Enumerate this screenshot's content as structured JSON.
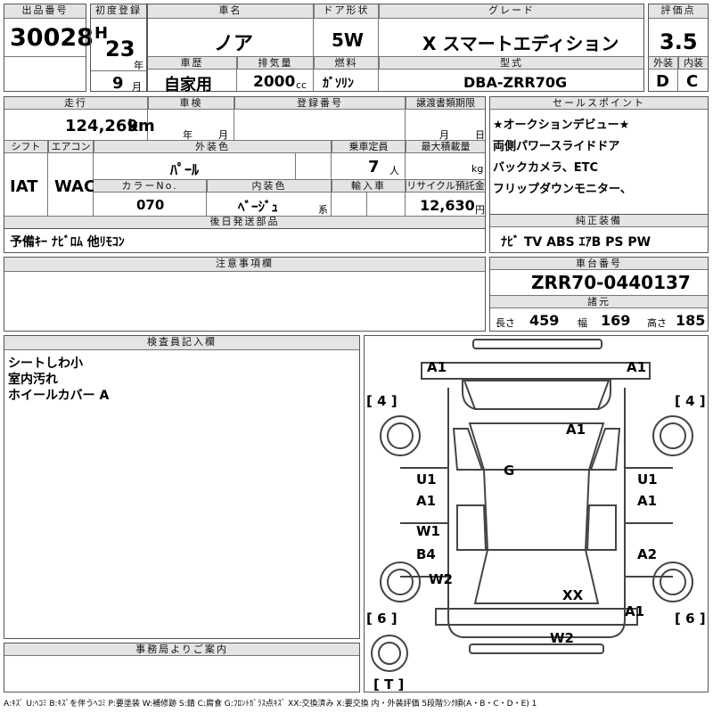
{
  "lot": {
    "label": "出品番号",
    "value": "30028"
  },
  "first_reg": {
    "label": "初度登録",
    "era": "H",
    "year": "23",
    "year_unit": "年",
    "month": "9",
    "month_unit": "月"
  },
  "car_name": {
    "label": "車名",
    "value": "ノア"
  },
  "door": {
    "label": "ドア形状",
    "value": "5W"
  },
  "grade": {
    "label": "グレード",
    "value": "X スマートエディション"
  },
  "score": {
    "label": "評価点",
    "value": "3.5",
    "ext_label": "外装",
    "ext": "D",
    "int_label": "内装",
    "int": "C"
  },
  "history": {
    "label": "車歴",
    "value": "自家用"
  },
  "displacement": {
    "label": "排気量",
    "value": "2000",
    "unit": "cc"
  },
  "fuel": {
    "label": "燃料",
    "value": "ｶﾞｿﾘﾝ"
  },
  "model_code": {
    "label": "型式",
    "value": "DBA-ZRR70G"
  },
  "mileage": {
    "label": "走行",
    "value": "124,269",
    "unit": "km"
  },
  "inspection": {
    "label": "車検",
    "year_unit": "年",
    "month_unit": "月"
  },
  "reg_no": {
    "label": "登録番号"
  },
  "transfer": {
    "label": "譲渡書類期限",
    "month_unit": "月",
    "day_unit": "日"
  },
  "sales_points": {
    "label": "セールスポイント",
    "lines": [
      "★オークションデビュー★",
      "両側パワースライドドア",
      "バックカメラ、ETC",
      "フリップダウンモニター、"
    ]
  },
  "shift": {
    "label": "シフト",
    "value": "IAT"
  },
  "aircon": {
    "label": "エアコン",
    "value": "WAC"
  },
  "ext_color": {
    "label": "外装色",
    "value": "ﾊﾟｰﾙ"
  },
  "capacity": {
    "label": "乗車定員",
    "value": "7",
    "unit": "人"
  },
  "max_load": {
    "label": "最大積載量",
    "unit": "kg"
  },
  "color_no": {
    "label": "カラーNo.",
    "value": "070"
  },
  "int_color": {
    "label": "内装色",
    "value": "ﾍﾞｰｼﾞｭ",
    "unit": "系"
  },
  "import": {
    "label": "輸入車"
  },
  "recycle": {
    "label": "リサイクル預託金",
    "value": "12,630",
    "unit": "円"
  },
  "later_parts": {
    "label": "後日発送部品",
    "value": "予備ｷｰ ﾅﾋﾞﾛﾑ 他ﾘﾓｺﾝ"
  },
  "equipment": {
    "label": "純正装備",
    "value": "ﾅﾋﾞ TV ABS ｴｱB PS PW"
  },
  "notes": {
    "label": "注意事項欄"
  },
  "chassis": {
    "label": "車台番号",
    "value": "ZRR70-0440137"
  },
  "dims": {
    "label": "諸元",
    "len_label": "長さ",
    "len": "459",
    "wid_label": "幅",
    "wid": "169",
    "hei_label": "高さ",
    "hei": "185"
  },
  "inspector": {
    "label": "検査員記入欄",
    "lines": [
      "シートしわ小",
      "室内汚れ",
      "ホイールカバー A"
    ]
  },
  "office": {
    "label": "事務局よりご案内"
  },
  "diagram_marks": {
    "a1_fl": "A1",
    "a1_fr": "A1",
    "tire_fl": "[ 4 ]",
    "tire_fr": "[ 4 ]",
    "a1_hood": "A1",
    "g_glass": "G",
    "u1_l": "U1",
    "a1_l": "A1",
    "u1_r": "U1",
    "a1_r": "A1",
    "w1_l": "W1",
    "b4_l": "B4",
    "a2_r": "A2",
    "w2_l": "W2",
    "xx": "XX",
    "a1_rr": "A1",
    "tire_rl": "[ 6 ]",
    "tire_rr": "[ 6 ]",
    "w2_rear": "W2",
    "spare": "[ T ]"
  },
  "legend": "A:ｷｽﾞ U:ﾍｺﾐ B:ｷｽﾞを伴うﾍｺﾐ P:要塗装 W:補修跡 S:錆 C:腐食 G:ﾌﾛﾝﾄｶﾞﾗｽ点ｷｽﾞ XX:交換済み X:要交換 内・外装評価 5段階ﾗﾝｸ順(A・B・C・D・E) 1"
}
